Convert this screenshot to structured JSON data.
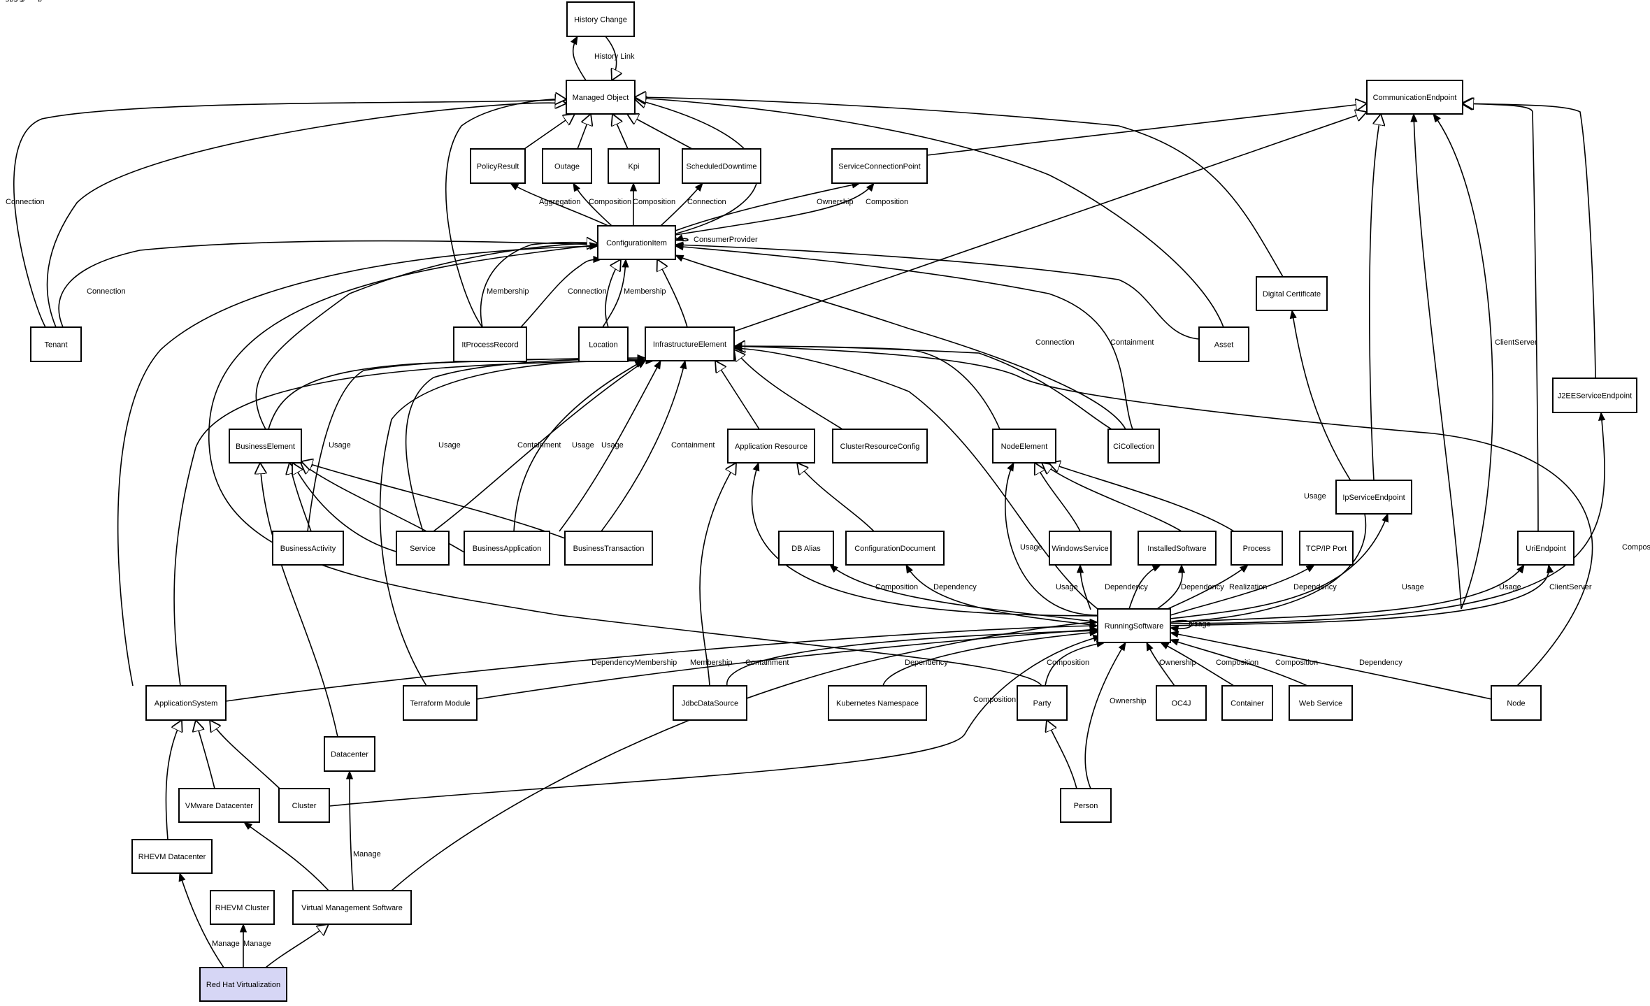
{
  "nodes": [
    {
      "id": "history_change",
      "label": "History Change"
    },
    {
      "id": "managed_object",
      "label": "Managed Object"
    },
    {
      "id": "communication_endpoint",
      "label": "CommunicationEndpoint"
    },
    {
      "id": "policy_result",
      "label": "PolicyResult"
    },
    {
      "id": "outage",
      "label": "Outage"
    },
    {
      "id": "kpi",
      "label": "Kpi"
    },
    {
      "id": "scheduled_downtime",
      "label": "ScheduledDowntime"
    },
    {
      "id": "service_connection_point",
      "label": "ServiceConnectionPoint"
    },
    {
      "id": "configuration_item",
      "label": "ConfigurationItem"
    },
    {
      "id": "digital_certificate",
      "label": "Digital Certificate"
    },
    {
      "id": "tenant",
      "label": "Tenant"
    },
    {
      "id": "it_process_record",
      "label": "ItProcessRecord"
    },
    {
      "id": "location",
      "label": "Location"
    },
    {
      "id": "infrastructure_element",
      "label": "InfrastructureElement"
    },
    {
      "id": "asset",
      "label": "Asset"
    },
    {
      "id": "j2ee_service_endpoint",
      "label": "J2EEServiceEndpoint"
    },
    {
      "id": "business_element",
      "label": "BusinessElement"
    },
    {
      "id": "application_resource",
      "label": "Application Resource"
    },
    {
      "id": "cluster_resource_config",
      "label": "ClusterResourceConfig"
    },
    {
      "id": "node_element",
      "label": "NodeElement"
    },
    {
      "id": "ci_collection",
      "label": "CiCollection"
    },
    {
      "id": "ip_service_endpoint",
      "label": "IpServiceEndpoint"
    },
    {
      "id": "business_activity",
      "label": "BusinessActivity"
    },
    {
      "id": "service",
      "label": "Service"
    },
    {
      "id": "business_application",
      "label": "BusinessApplication"
    },
    {
      "id": "business_transaction",
      "label": "BusinessTransaction"
    },
    {
      "id": "db_alias",
      "label": "DB Alias"
    },
    {
      "id": "configuration_document",
      "label": "ConfigurationDocument"
    },
    {
      "id": "windows_service",
      "label": "WindowsService"
    },
    {
      "id": "installed_software",
      "label": "InstalledSoftware"
    },
    {
      "id": "process",
      "label": "Process"
    },
    {
      "id": "tcpip_port",
      "label": "TCP/IP Port"
    },
    {
      "id": "uri_endpoint",
      "label": "UriEndpoint"
    },
    {
      "id": "running_software",
      "label": "RunningSoftware"
    },
    {
      "id": "application_system",
      "label": "ApplicationSystem"
    },
    {
      "id": "terraform_module",
      "label": "Terraform Module"
    },
    {
      "id": "jdbc_data_source",
      "label": "JdbcDataSource"
    },
    {
      "id": "kubernetes_namespace",
      "label": "Kubernetes Namespace"
    },
    {
      "id": "party",
      "label": "Party"
    },
    {
      "id": "oc4j",
      "label": "OC4J"
    },
    {
      "id": "container",
      "label": "Container"
    },
    {
      "id": "web_service",
      "label": "Web Service"
    },
    {
      "id": "node",
      "label": "Node"
    },
    {
      "id": "datacenter",
      "label": "Datacenter"
    },
    {
      "id": "vmware_datacenter",
      "label": "VMware Datacenter"
    },
    {
      "id": "cluster",
      "label": "Cluster"
    },
    {
      "id": "person",
      "label": "Person"
    },
    {
      "id": "rhevm_datacenter",
      "label": "RHEVM Datacenter"
    },
    {
      "id": "rhevm_cluster",
      "label": "RHEVM Cluster"
    },
    {
      "id": "virtual_management_software",
      "label": "Virtual Management Software"
    },
    {
      "id": "red_hat_virtualization",
      "label": "Red Hat Virtualization",
      "highlight": true
    }
  ],
  "edges": [
    {
      "from": "managed_object",
      "to": "history_change",
      "label": "History Link",
      "kind": "assoc"
    },
    {
      "from": "history_change",
      "to": "managed_object",
      "label": "",
      "kind": "inherit"
    },
    {
      "from": "policy_result",
      "to": "managed_object",
      "label": "",
      "kind": "inherit"
    },
    {
      "from": "outage",
      "to": "managed_object",
      "label": "",
      "kind": "inherit"
    },
    {
      "from": "kpi",
      "to": "managed_object",
      "label": "",
      "kind": "inherit"
    },
    {
      "from": "scheduled_downtime",
      "to": "managed_object",
      "label": "",
      "kind": "inherit"
    },
    {
      "from": "configuration_item",
      "to": "managed_object",
      "label": "",
      "kind": "inherit"
    },
    {
      "from": "tenant",
      "to": "managed_object",
      "label": "Connection",
      "kind": "inherit"
    },
    {
      "from": "tenant",
      "to": "managed_object",
      "label": "",
      "kind": "inherit"
    },
    {
      "from": "it_process_record",
      "to": "managed_object",
      "label": "",
      "kind": "inherit"
    },
    {
      "from": "asset",
      "to": "managed_object",
      "label": "",
      "kind": "inherit"
    },
    {
      "from": "digital_certificate",
      "to": "managed_object",
      "label": "",
      "kind": "inherit"
    },
    {
      "from": "service_connection_point",
      "to": "communication_endpoint",
      "label": "",
      "kind": "inherit"
    },
    {
      "from": "configuration_item",
      "to": "policy_result",
      "label": "Aggregation",
      "kind": "assoc"
    },
    {
      "from": "configuration_item",
      "to": "outage",
      "label": "Composition",
      "kind": "assoc"
    },
    {
      "from": "configuration_item",
      "to": "kpi",
      "label": "Composition",
      "kind": "assoc"
    },
    {
      "from": "configuration_item",
      "to": "scheduled_downtime",
      "label": "Connection",
      "kind": "assoc"
    },
    {
      "from": "configuration_item",
      "to": "service_connection_point",
      "label": "Ownership",
      "kind": "assoc"
    },
    {
      "from": "configuration_item",
      "to": "service_connection_point",
      "label": "Composition",
      "kind": "assoc"
    },
    {
      "from": "configuration_item",
      "to": "configuration_item",
      "label": "ConsumerProvider",
      "kind": "self"
    },
    {
      "from": "tenant",
      "to": "configuration_item",
      "label": "Connection",
      "kind": "assoc"
    },
    {
      "from": "it_process_record",
      "to": "configuration_item",
      "label": "Membership",
      "kind": "assoc"
    },
    {
      "from": "it_process_record",
      "to": "configuration_item",
      "label": "Connection",
      "kind": "assoc"
    },
    {
      "from": "location",
      "to": "configuration_item",
      "label": "",
      "kind": "inherit"
    },
    {
      "from": "location",
      "to": "configuration_item",
      "label": "Membership",
      "kind": "assoc"
    },
    {
      "from": "infrastructure_element",
      "to": "configuration_item",
      "label": "",
      "kind": "inherit"
    },
    {
      "from": "asset",
      "to": "configuration_item",
      "label": "Connection",
      "kind": "assoc"
    },
    {
      "from": "ci_collection",
      "to": "configuration_item",
      "label": "Containment",
      "kind": "assoc"
    },
    {
      "from": "ci_collection",
      "to": "configuration_item",
      "label": "Membership",
      "kind": "assoc"
    },
    {
      "from": "business_element",
      "to": "configuration_item",
      "label": "",
      "kind": "inherit"
    },
    {
      "from": "application_system",
      "to": "configuration_item",
      "label": "Aggregation",
      "kind": "assoc"
    },
    {
      "from": "party",
      "to": "configuration_item",
      "label": "",
      "kind": "assoc"
    },
    {
      "from": "infrastructure_element",
      "to": "communication_endpoint",
      "label": "",
      "kind": "inherit"
    },
    {
      "from": "ip_service_endpoint",
      "to": "communication_endpoint",
      "label": "",
      "kind": "inherit"
    },
    {
      "from": "running_software",
      "to": "communication_endpoint",
      "label": "ClientServer",
      "kind": "assoc"
    },
    {
      "from": "running_software",
      "to": "communication_endpoint",
      "label": "Usage",
      "kind": "assoc"
    },
    {
      "from": "uri_endpoint",
      "to": "communication_endpoint",
      "label": "",
      "kind": "inherit"
    },
    {
      "from": "j2ee_service_endpoint",
      "to": "communication_endpoint",
      "label": "",
      "kind": "inherit"
    },
    {
      "from": "business_element",
      "to": "infrastructure_element",
      "label": "Usage",
      "kind": "assoc"
    },
    {
      "from": "business_activity",
      "to": "infrastructure_element",
      "label": "Usage",
      "kind": "assoc"
    },
    {
      "from": "service",
      "to": "infrastructure_element",
      "label": "Containment",
      "kind": "assoc"
    },
    {
      "from": "service",
      "to": "infrastructure_element",
      "label": "Usage",
      "kind": "assoc"
    },
    {
      "from": "business_application",
      "to": "infrastructure_element",
      "label": "Usage",
      "kind": "assoc"
    },
    {
      "from": "business_application",
      "to": "infrastructure_element",
      "label": "Containment",
      "kind": "assoc"
    },
    {
      "from": "business_transaction",
      "to": "infrastructure_element",
      "label": "Usage",
      "kind": "assoc"
    },
    {
      "from": "application_resource",
      "to": "infrastructure_element",
      "label": "",
      "kind": "inherit"
    },
    {
      "from": "cluster_resource_config",
      "to": "infrastructure_element",
      "label": "Dependency",
      "kind": "inherit"
    },
    {
      "from": "node_element",
      "to": "infrastructure_element",
      "label": "",
      "kind": "inherit"
    },
    {
      "from": "ci_collection",
      "to": "infrastructure_element",
      "label": "Usage",
      "kind": "assoc"
    },
    {
      "from": "terraform_module",
      "to": "infrastructure_element",
      "label": "",
      "kind": "assoc"
    },
    {
      "from": "application_system",
      "to": "infrastructure_element",
      "label": "",
      "kind": "assoc"
    },
    {
      "from": "running_software",
      "to": "infrastructure_element",
      "label": "",
      "kind": "assoc"
    },
    {
      "from": "node",
      "to": "infrastructure_element",
      "label": "",
      "kind": "assoc"
    },
    {
      "from": "business_activity",
      "to": "business_element",
      "label": "",
      "kind": "inherit"
    },
    {
      "from": "service",
      "to": "business_element",
      "label": "",
      "kind": "inherit"
    },
    {
      "from": "business_application",
      "to": "business_element",
      "label": "",
      "kind": "inherit"
    },
    {
      "from": "business_transaction",
      "to": "business_element",
      "label": "",
      "kind": "inherit"
    },
    {
      "from": "datacenter",
      "to": "business_element",
      "label": "",
      "kind": "inherit"
    },
    {
      "from": "configuration_document",
      "to": "application_resource",
      "label": "",
      "kind": "inherit"
    },
    {
      "from": "jdbc_data_source",
      "to": "application_resource",
      "label": "",
      "kind": "inherit"
    },
    {
      "from": "windows_service",
      "to": "node_element",
      "label": "",
      "kind": "inherit"
    },
    {
      "from": "installed_software",
      "to": "node_element",
      "label": "",
      "kind": "inherit"
    },
    {
      "from": "process",
      "to": "node_element",
      "label": "",
      "kind": "inherit"
    },
    {
      "from": "running_software",
      "to": "application_resource",
      "label": "Composition",
      "kind": "assoc"
    },
    {
      "from": "running_software",
      "to": "db_alias",
      "label": "Dependency",
      "kind": "assoc"
    },
    {
      "from": "running_software",
      "to": "configuration_document",
      "label": "Usage",
      "kind": "assoc"
    },
    {
      "from": "running_software",
      "to": "node_element",
      "label": "Usage",
      "kind": "assoc"
    },
    {
      "from": "running_software",
      "to": "windows_service",
      "label": "Dependency",
      "kind": "assoc"
    },
    {
      "from": "running_software",
      "to": "installed_software",
      "label": "Dependency",
      "kind": "assoc"
    },
    {
      "from": "running_software",
      "to": "installed_software",
      "label": "Realization",
      "kind": "assoc"
    },
    {
      "from": "running_software",
      "to": "process",
      "label": "Dependency",
      "kind": "assoc"
    },
    {
      "from": "running_software",
      "to": "tcpip_port",
      "label": "Usage",
      "kind": "assoc"
    },
    {
      "from": "running_software",
      "to": "ip_service_endpoint",
      "label": "Usage",
      "kind": "assoc"
    },
    {
      "from": "running_software",
      "to": "uri_endpoint",
      "label": "ClientServer",
      "kind": "assoc"
    },
    {
      "from": "running_software",
      "to": "uri_endpoint",
      "label": "Composition",
      "kind": "assoc"
    },
    {
      "from": "running_software",
      "to": "j2ee_service_endpoint",
      "label": "Usage",
      "kind": "assoc"
    },
    {
      "from": "running_software",
      "to": "digital_certificate",
      "label": "Usage",
      "kind": "assoc"
    },
    {
      "from": "running_software",
      "to": "running_software",
      "label": "DependencyMembership",
      "kind": "self"
    },
    {
      "from": "application_system",
      "to": "running_software",
      "label": "Membership",
      "kind": "assoc"
    },
    {
      "from": "terraform_module",
      "to": "running_software",
      "label": "Containment",
      "kind": "assoc"
    },
    {
      "from": "jdbc_data_source",
      "to": "running_software",
      "label": "Dependency",
      "kind": "assoc"
    },
    {
      "from": "kubernetes_namespace",
      "to": "running_software",
      "label": "Composition",
      "kind": "assoc"
    },
    {
      "from": "party",
      "to": "running_software",
      "label": "Ownership",
      "kind": "assoc"
    },
    {
      "from": "person",
      "to": "running_software",
      "label": "Ownership",
      "kind": "assoc"
    },
    {
      "from": "oc4j",
      "to": "running_software",
      "label": "Composition",
      "kind": "assoc"
    },
    {
      "from": "container",
      "to": "running_software",
      "label": "Composition",
      "kind": "assoc"
    },
    {
      "from": "web_service",
      "to": "running_software",
      "label": "Dependency",
      "kind": "assoc"
    },
    {
      "from": "node",
      "to": "running_software",
      "label": "Composition",
      "kind": "assoc"
    },
    {
      "from": "cluster",
      "to": "running_software",
      "label": "Membership",
      "kind": "assoc"
    },
    {
      "from": "virtual_management_software",
      "to": "running_software",
      "label": "",
      "kind": "assoc"
    },
    {
      "from": "vmware_datacenter",
      "to": "application_system",
      "label": "",
      "kind": "inherit"
    },
    {
      "from": "cluster",
      "to": "application_system",
      "label": "",
      "kind": "inherit"
    },
    {
      "from": "rhevm_datacenter",
      "to": "application_system",
      "label": "",
      "kind": "inherit"
    },
    {
      "from": "person",
      "to": "party",
      "label": "",
      "kind": "inherit"
    },
    {
      "from": "virtual_management_software",
      "to": "vmware_datacenter",
      "label": "Manage",
      "kind": "assoc"
    },
    {
      "from": "virtual_management_software",
      "to": "datacenter",
      "label": "Manage",
      "kind": "assoc"
    },
    {
      "from": "red_hat_virtualization",
      "to": "rhevm_datacenter",
      "label": "Manage",
      "kind": "assoc"
    },
    {
      "from": "red_hat_virtualization",
      "to": "rhevm_cluster",
      "label": "Manage",
      "kind": "assoc"
    },
    {
      "from": "red_hat_virtualization",
      "to": "virtual_management_software",
      "label": "",
      "kind": "inherit"
    }
  ]
}
